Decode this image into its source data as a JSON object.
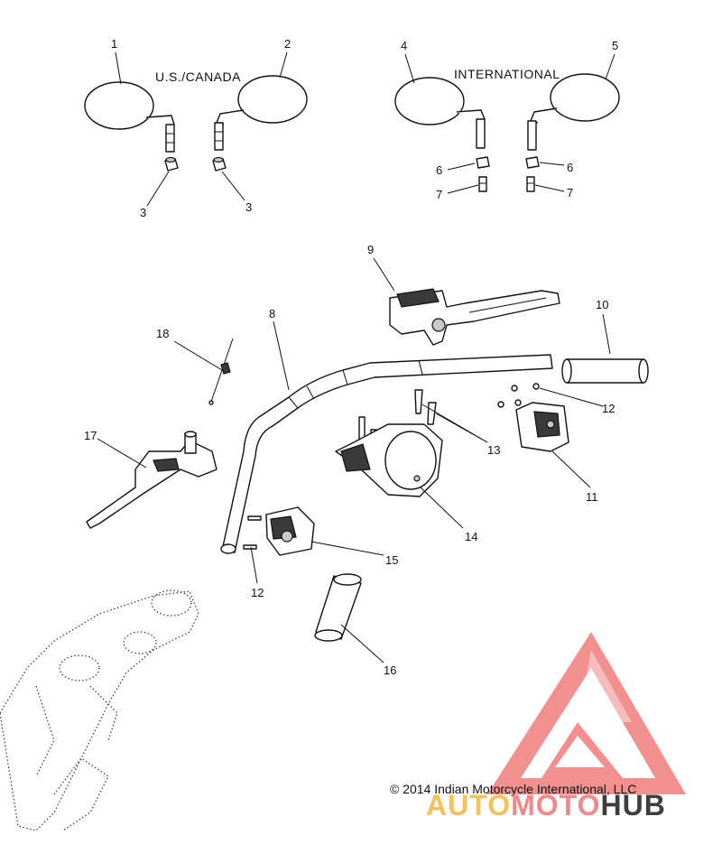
{
  "diagram": {
    "region_labels": {
      "us_canada": "U.S./CANADA",
      "international": "INTERNATIONAL"
    },
    "callouts": {
      "c1": "1",
      "c2": "2",
      "c3a": "3",
      "c3b": "3",
      "c4": "4",
      "c5": "5",
      "c6a": "6",
      "c6b": "6",
      "c7a": "7",
      "c7b": "7",
      "c8": "8",
      "c9": "9",
      "c10": "10",
      "c11": "11",
      "c12a": "12",
      "c12b": "12",
      "c13": "13",
      "c14": "14",
      "c15": "15",
      "c16": "16",
      "c17": "17",
      "c18": "18"
    },
    "copyright": "© 2014 Indian Motorcycle International, LLC"
  },
  "watermark": {
    "part1": "AUTO",
    "part2": "MOTO",
    "part3": "HUB",
    "colors": {
      "auto": "#f5c15a",
      "moto": "#f08a8a",
      "hub": "#3d3d3d",
      "logo": "#ee6a6a"
    }
  }
}
